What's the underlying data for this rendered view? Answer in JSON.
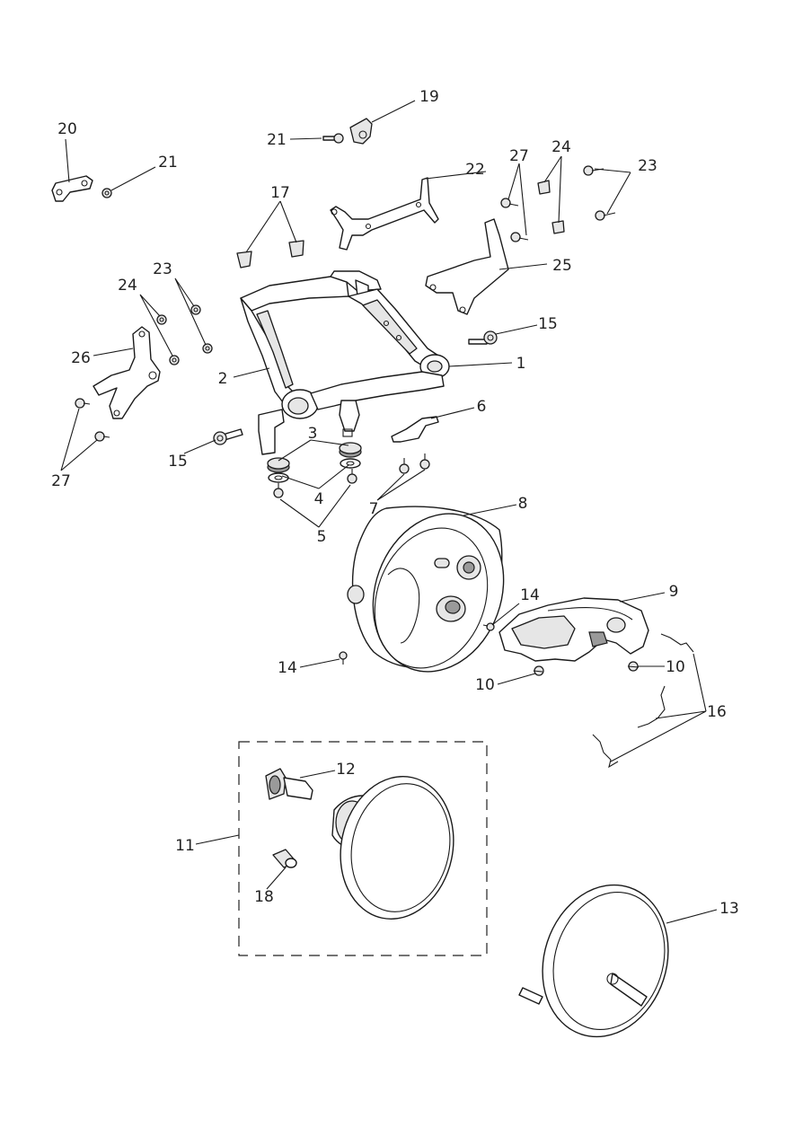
{
  "callouts": [
    {
      "key": "c1",
      "label": "1"
    },
    {
      "key": "c2",
      "label": "2"
    },
    {
      "key": "c3",
      "label": "3"
    },
    {
      "key": "c4",
      "label": "4"
    },
    {
      "key": "c5",
      "label": "5"
    },
    {
      "key": "c6",
      "label": "6"
    },
    {
      "key": "c7",
      "label": "7"
    },
    {
      "key": "c8",
      "label": "8"
    },
    {
      "key": "c9",
      "label": "9"
    },
    {
      "key": "c10a",
      "label": "10"
    },
    {
      "key": "c10b",
      "label": "10"
    },
    {
      "key": "c11",
      "label": "11"
    },
    {
      "key": "c12",
      "label": "12"
    },
    {
      "key": "c13",
      "label": "13"
    },
    {
      "key": "c14a",
      "label": "14"
    },
    {
      "key": "c14b",
      "label": "14"
    },
    {
      "key": "c15a",
      "label": "15"
    },
    {
      "key": "c15b",
      "label": "15"
    },
    {
      "key": "c16",
      "label": "16"
    },
    {
      "key": "c17",
      "label": "17"
    },
    {
      "key": "c18",
      "label": "18"
    },
    {
      "key": "c19",
      "label": "19"
    },
    {
      "key": "c20",
      "label": "20"
    },
    {
      "key": "c21a",
      "label": "21"
    },
    {
      "key": "c21b",
      "label": "21"
    },
    {
      "key": "c22",
      "label": "22"
    },
    {
      "key": "c23a",
      "label": "23"
    },
    {
      "key": "c23b",
      "label": "23"
    },
    {
      "key": "c24a",
      "label": "24"
    },
    {
      "key": "c24b",
      "label": "24"
    },
    {
      "key": "c25",
      "label": "25"
    },
    {
      "key": "c26",
      "label": "26"
    },
    {
      "key": "c27a",
      "label": "27"
    },
    {
      "key": "c27b",
      "label": "27"
    }
  ]
}
